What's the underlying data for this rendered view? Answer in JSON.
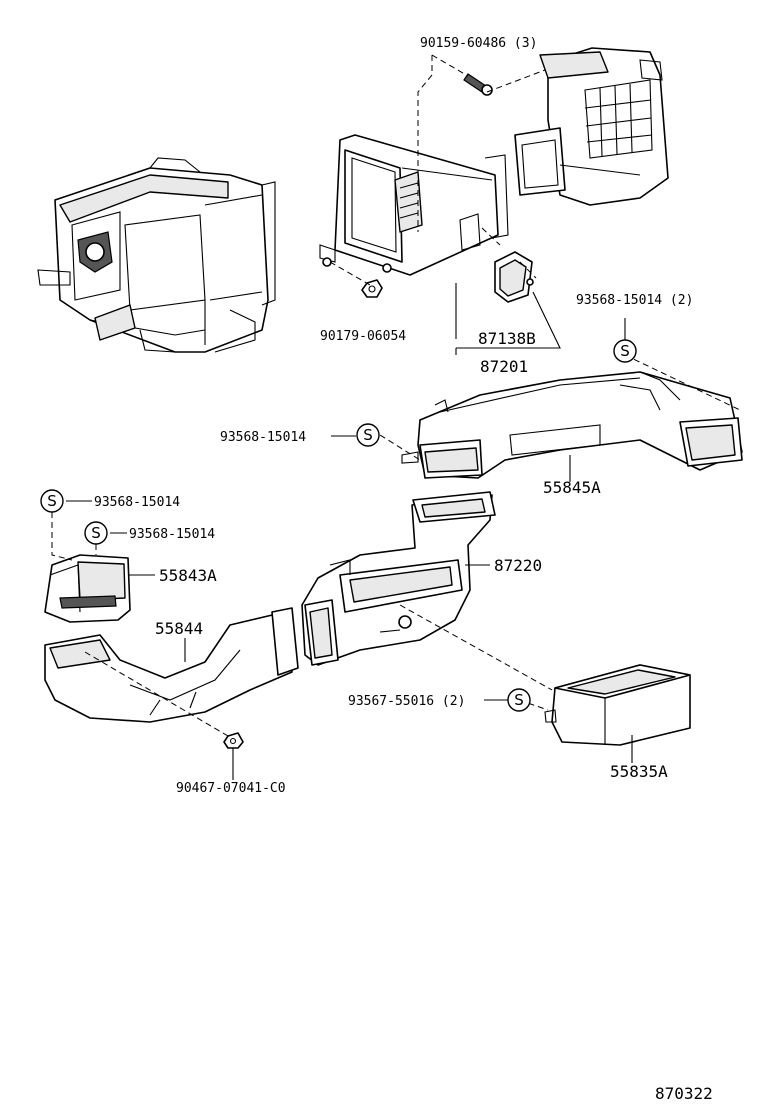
{
  "diagram_code": "870322",
  "symbol_s": "S",
  "callouts": {
    "screw_90159": "90159-60486 (3)",
    "nut_90179": "90179-06054",
    "part_87138b": "87138B",
    "part_87201": "87201",
    "clip_93568_top_right": "93568-15014 (2)",
    "clip_93568_mid": "93568-15014",
    "duct_55845a": "55845A",
    "clip_93568_left_upper": "93568-15014",
    "clip_93568_left_lower": "93568-15014",
    "duct_55843a": "55843A",
    "duct_87220": "87220",
    "duct_55844": "55844",
    "clip_93567": "93567-55016 (2)",
    "bolt_90467": "90467-07041-C0",
    "duct_55835a": "55835A"
  }
}
